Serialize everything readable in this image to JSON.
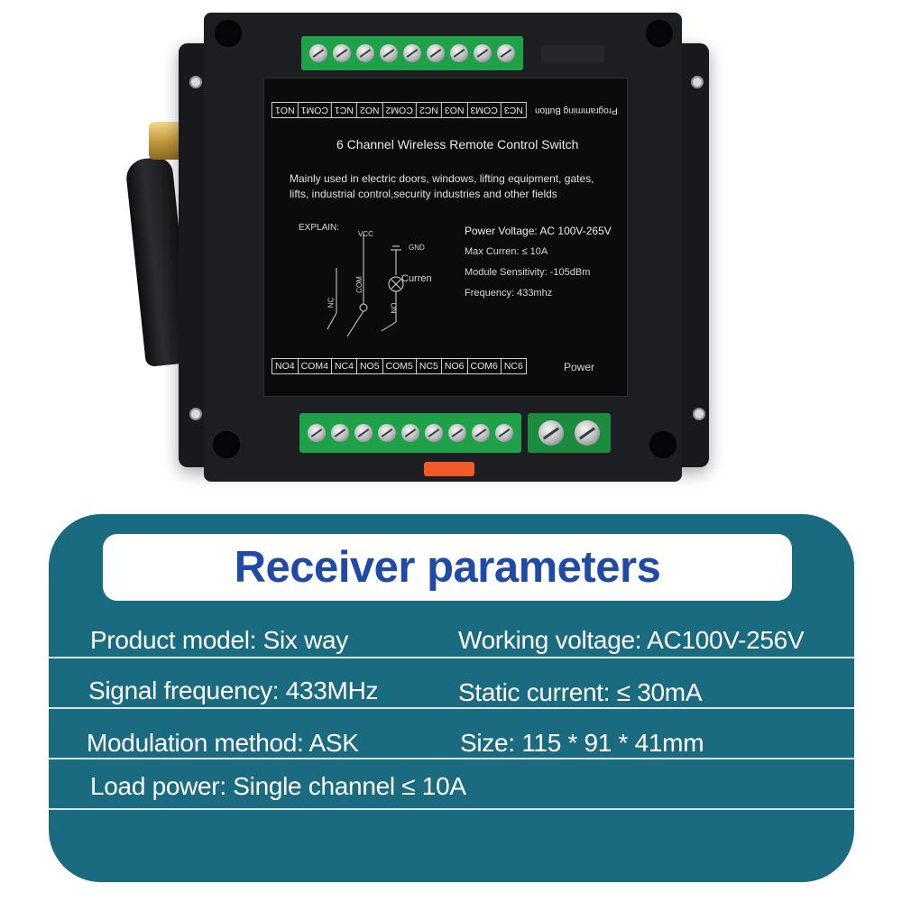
{
  "device": {
    "top_terminals": [
      "NC3",
      "COM3",
      "NO3",
      "NC2",
      "COM2",
      "NO2",
      "NC1",
      "COM1",
      "NO1"
    ],
    "programming_label": "Programming Button",
    "title": "6 Channel Wireless Remote  Control Switch",
    "description": "Mainly used in electric doors, windows, lifting equipment, gates, lifts, industrial control,security industries and other fields",
    "explain_label": "EXPLAIN:",
    "vcc_label": "VCC",
    "gnd_label": "GND",
    "current_label": "Curren",
    "nc_label": "NC",
    "com_label": "COM",
    "no_label": "NO",
    "specs": {
      "power_voltage": "Power Voltage: AC 100V-265V",
      "max_current": "Max Curren: ≤ 10A",
      "sensitivity": "Module Sensitivity: -105dBm",
      "frequency": "Frequency: 433mhz"
    },
    "bottom_terminals": [
      "NO4",
      "COM4",
      "NC4",
      "NO5",
      "COM5",
      "NC5",
      "NO6",
      "COM6",
      "NC6"
    ],
    "power_label": "Power"
  },
  "card": {
    "title": "Receiver parameters",
    "params": {
      "product_model": "Product model: Six way",
      "working_voltage": "Working voltage: AC100V-256V",
      "signal_frequency": "Signal frequency: 433MHz",
      "static_current": "Static current: ≤ 30mA",
      "modulation": "Modulation method: ASK",
      "size": "Size: 115 * 91 * 41mm",
      "load_power": "Load power: Single channel ≤ 10A"
    },
    "colors": {
      "background": "#1a6b7f",
      "title": "#1f4aa8",
      "text": "#ffffff"
    }
  }
}
